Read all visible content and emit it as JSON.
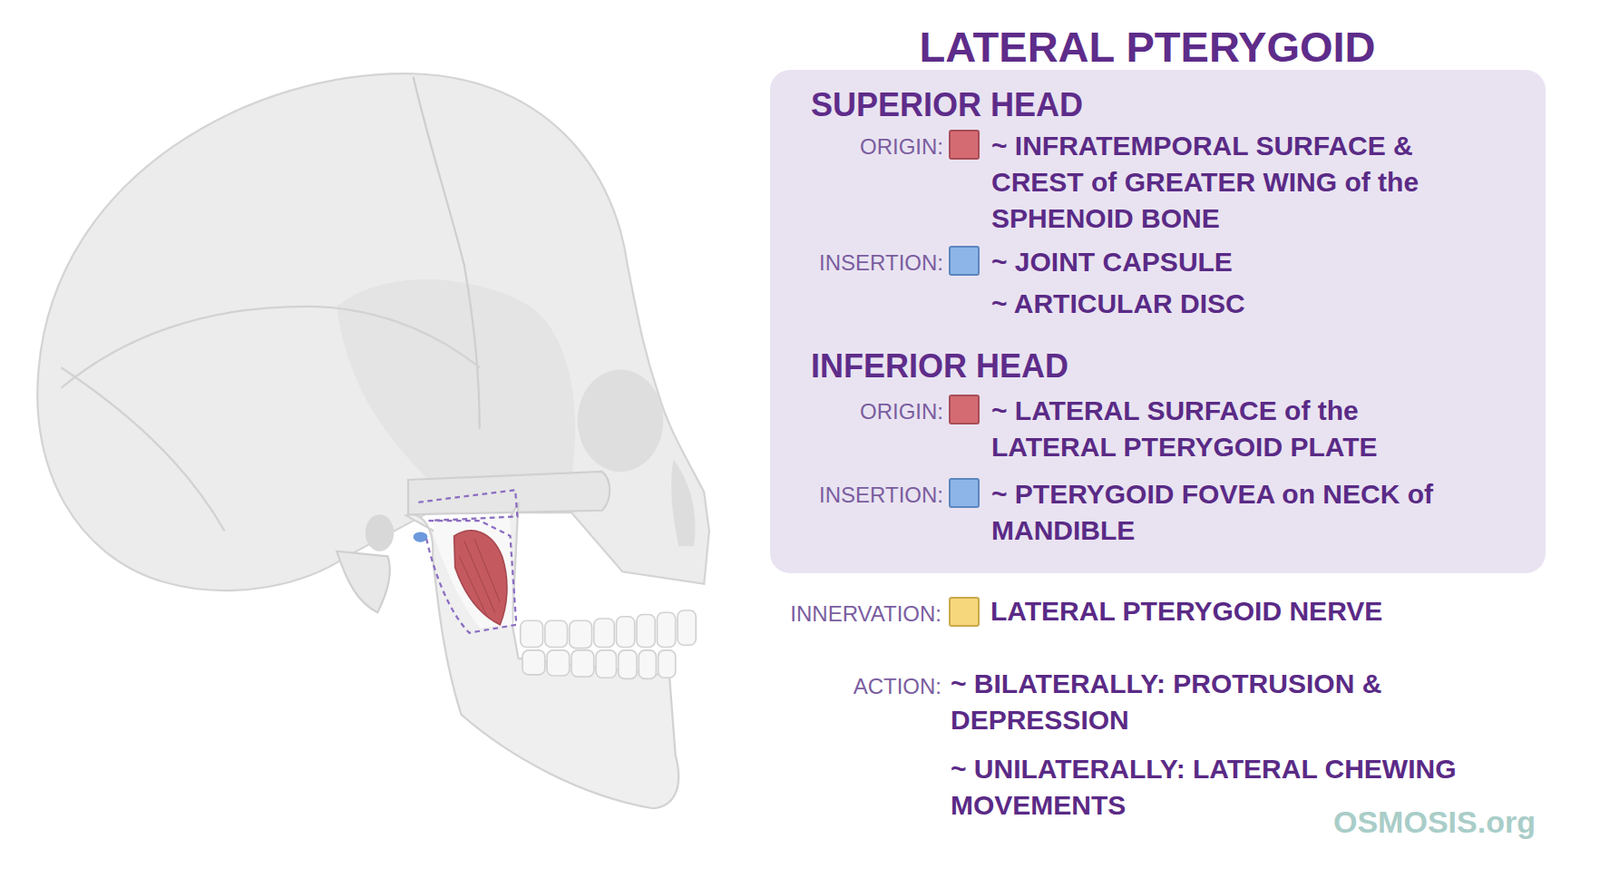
{
  "diagram": {
    "title": "LATERAL PTERYGOID",
    "nodes": [
      {
        "text": [
          "SUPERIOR HEAD",
          "ORIGIN:",
          "~ INFRATEMPORAL SURFACE & CREST of GREATER WING of the SPHENOID BONE",
          "INSERTION:",
          "~ JOINT CAPSULE",
          "~ ARTICULAR DISC",
          "INFERIOR HEAD",
          "ORIGIN:",
          "~ LATERAL SURFACE of the LATERAL PTERYGOID PLATE",
          "INSERTION:",
          "~ PTERYGOID FOVEA on NECK of MANDIBLE"
        ]
      }
    ],
    "labels": [
      "INNERVATION:",
      "LATERAL PTERYGOID NERVE",
      "ACTION:",
      "~ BILATERALLY: PROTRUSION & DEPRESSION",
      "~ UNILATERALLY: LATERAL CHEWING MOVEMENTS",
      "OSMOSIS.org"
    ]
  }
}
